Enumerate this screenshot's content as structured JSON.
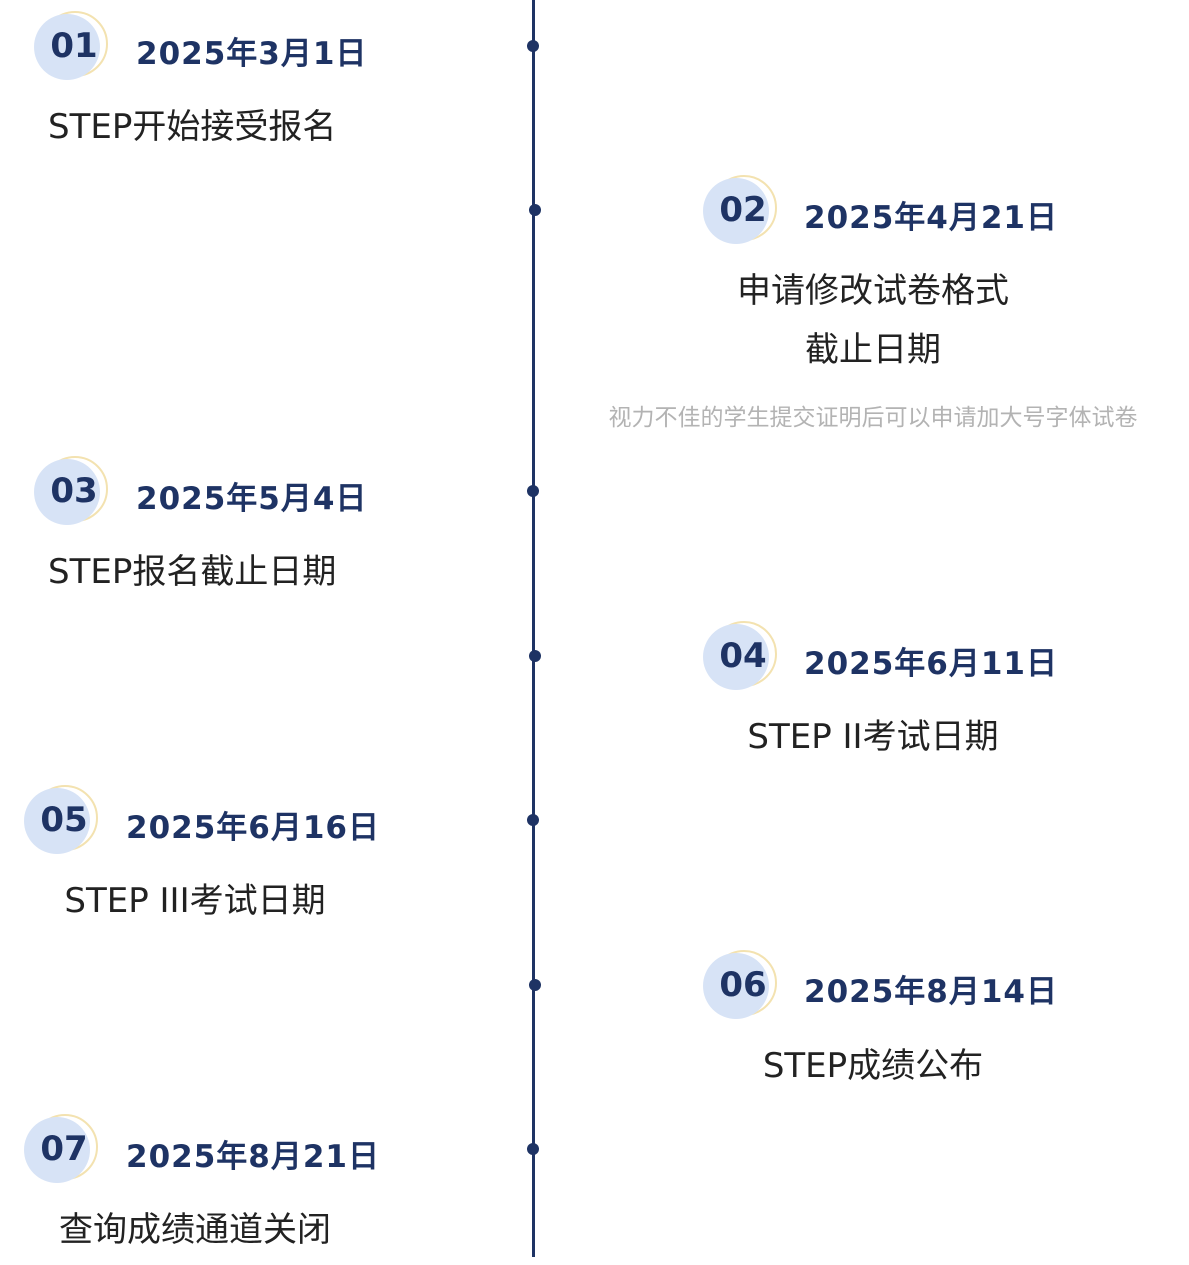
{
  "events": [
    {
      "number": "01",
      "date": "2025年3月1日",
      "title": "STEP开始接受报名"
    },
    {
      "number": "02",
      "date": "2025年4月21日",
      "title_line1": "申请修改试卷格式",
      "title_line2": "截止日期",
      "note": "视力不佳的学生提交证明后可以申请加大号字体试卷"
    },
    {
      "number": "03",
      "date": "2025年5月4日",
      "title": "STEP报名截止日期"
    },
    {
      "number": "04",
      "date": "2025年6月11日",
      "title": "STEP II考试日期"
    },
    {
      "number": "05",
      "date": "2025年6月16日",
      "title": "STEP III考试日期"
    },
    {
      "number": "06",
      "date": "2025年8月14日",
      "title": "STEP成绩公布"
    },
    {
      "number": "07",
      "date": "2025年8月21日",
      "title": "查询成绩通道关闭"
    }
  ],
  "colors": {
    "accent": "#1e3364",
    "badge_fill": "#d7e3f6",
    "badge_ring": "#f3e2b0",
    "text": "#222222",
    "note": "#b3b3b3"
  }
}
